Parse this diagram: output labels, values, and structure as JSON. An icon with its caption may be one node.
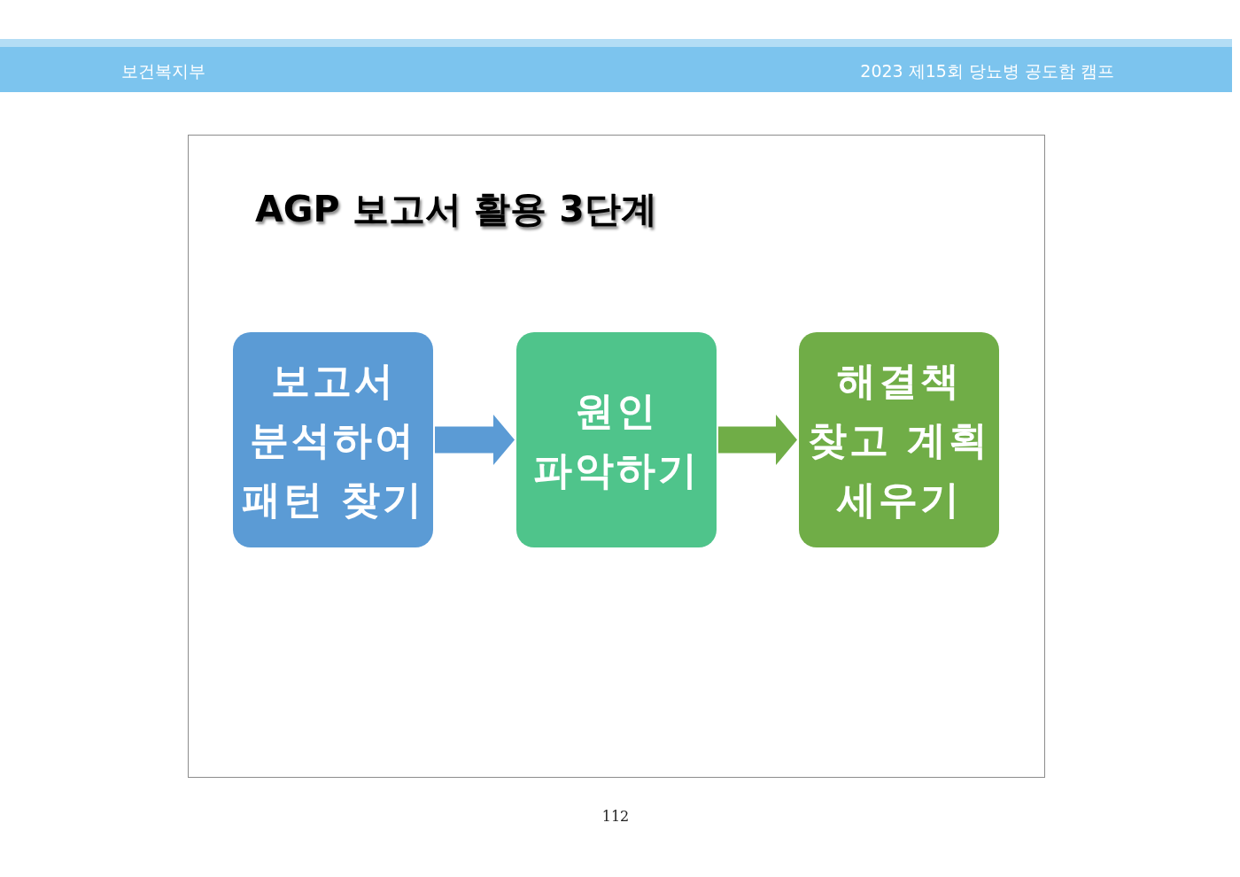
{
  "diagram": {
    "title": "AGP 보고서 활용 3단계",
    "nodes": [
      {
        "text": [
          "보고서 분석하여 패턴 찾기"
        ]
      },
      {
        "text": [
          "원인 파악하기"
        ]
      },
      {
        "text": [
          "해결책 찾고 계획 세우기"
        ]
      }
    ],
    "edges": [
      {
        "from": 0,
        "to": 1,
        "arrow": "to",
        "color": "#5b9bd5"
      },
      {
        "from": 1,
        "to": 2,
        "arrow": "to",
        "color": "#70ad47"
      }
    ],
    "labels": [
      "보건복지부",
      "2023 제15회 당뇨병 공도함 캠프",
      "112"
    ]
  }
}
